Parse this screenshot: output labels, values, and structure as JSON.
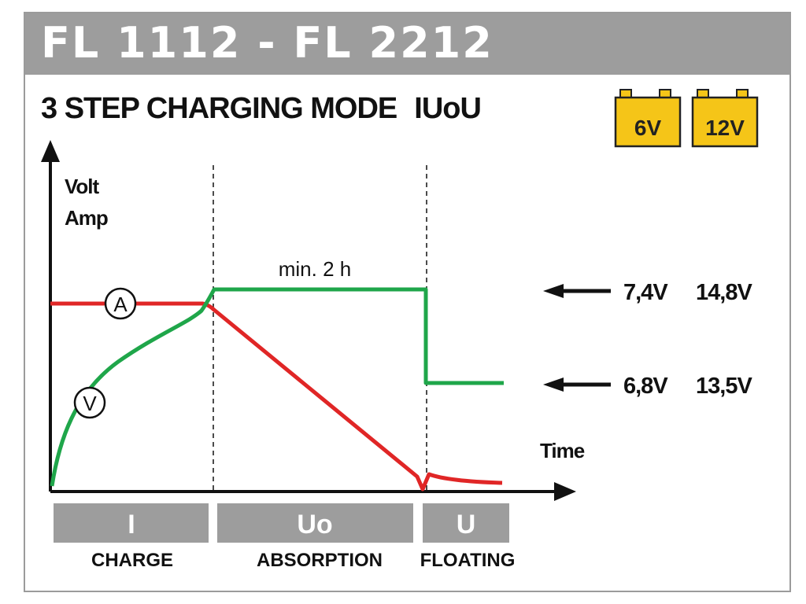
{
  "header": {
    "title": "FL 1112 - FL 2212"
  },
  "subtitle": {
    "text": "3 STEP CHARGING MODE",
    "mode": "IUoU"
  },
  "batteries": [
    {
      "label": "6V"
    },
    {
      "label": "12V"
    }
  ],
  "axes": {
    "y_label_line1": "Volt",
    "y_label_line2": "Amp",
    "x_label": "Time"
  },
  "markers": {
    "current": "A",
    "voltage": "V"
  },
  "annotation": "min. 2 h",
  "levels": [
    {
      "v6": "7,4V",
      "v12": "14,8V"
    },
    {
      "v6": "6,8V",
      "v12": "13,5V"
    }
  ],
  "phases": [
    {
      "code": "I",
      "name": "CHARGE"
    },
    {
      "code": "Uo",
      "name": "ABSORPTION"
    },
    {
      "code": "U",
      "name": "FLOATING"
    }
  ],
  "colors": {
    "current_line": "#e02626",
    "voltage_line": "#1fa64a",
    "battery": "#f5c518",
    "phase_box": "#9d9d9d"
  }
}
